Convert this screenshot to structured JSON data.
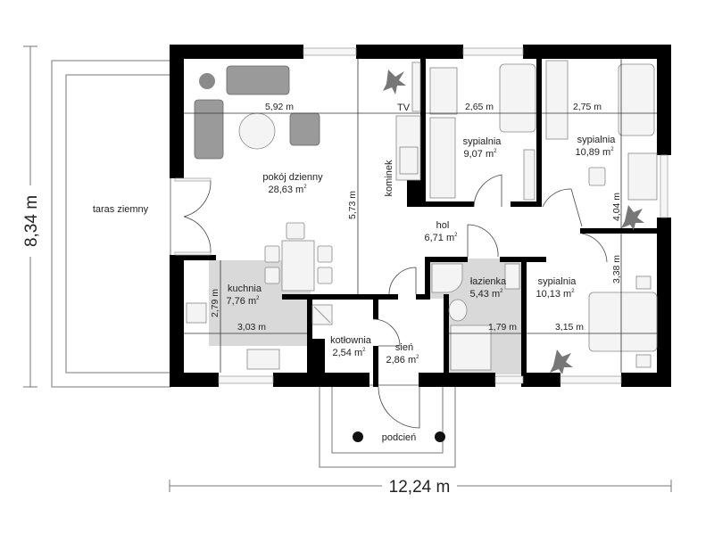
{
  "plan": {
    "overall_width": "12,24 m",
    "overall_depth": "8,34 m"
  },
  "rooms": {
    "living": {
      "name": "pokój dzienny",
      "area": "28,63 m",
      "sup": "2"
    },
    "bedroom1": {
      "name": "sypialnia",
      "area": "9,07 m",
      "sup": "2"
    },
    "bedroom2": {
      "name": "sypialnia",
      "area": "10,89 m",
      "sup": "2"
    },
    "bedroom3": {
      "name": "sypialnia",
      "area": "10,13 m",
      "sup": "2"
    },
    "hall": {
      "name": "hol",
      "area": "6,71 m",
      "sup": "2"
    },
    "bathroom": {
      "name": "łazienka",
      "area": "5,43 m",
      "sup": "2"
    },
    "kitchen": {
      "name": "kuchnia",
      "area": "7,76 m",
      "sup": "2"
    },
    "boiler": {
      "name": "kotłownia",
      "area": "2,54 m",
      "sup": "2"
    },
    "vestibule": {
      "name": "sień",
      "area": "2,86 m",
      "sup": "2"
    },
    "terrace": {
      "name": "taras ziemny"
    },
    "porch": {
      "name": "podcień"
    }
  },
  "labels": {
    "tv": "TV",
    "fireplace": "kominek"
  },
  "dimensions": {
    "living_width": "5,92 m",
    "living_depth": "5,73 m",
    "bedroom1_width": "2,65 m",
    "bedroom2_width": "2,75 m",
    "bedroom2_depth": "4,04 m",
    "bedroom3_depth": "3,38 m",
    "bedroom3_width": "3,15 m",
    "bathroom_width": "1,79 m",
    "kitchen_width": "3,03 m",
    "kitchen_depth": "2,79 m"
  }
}
